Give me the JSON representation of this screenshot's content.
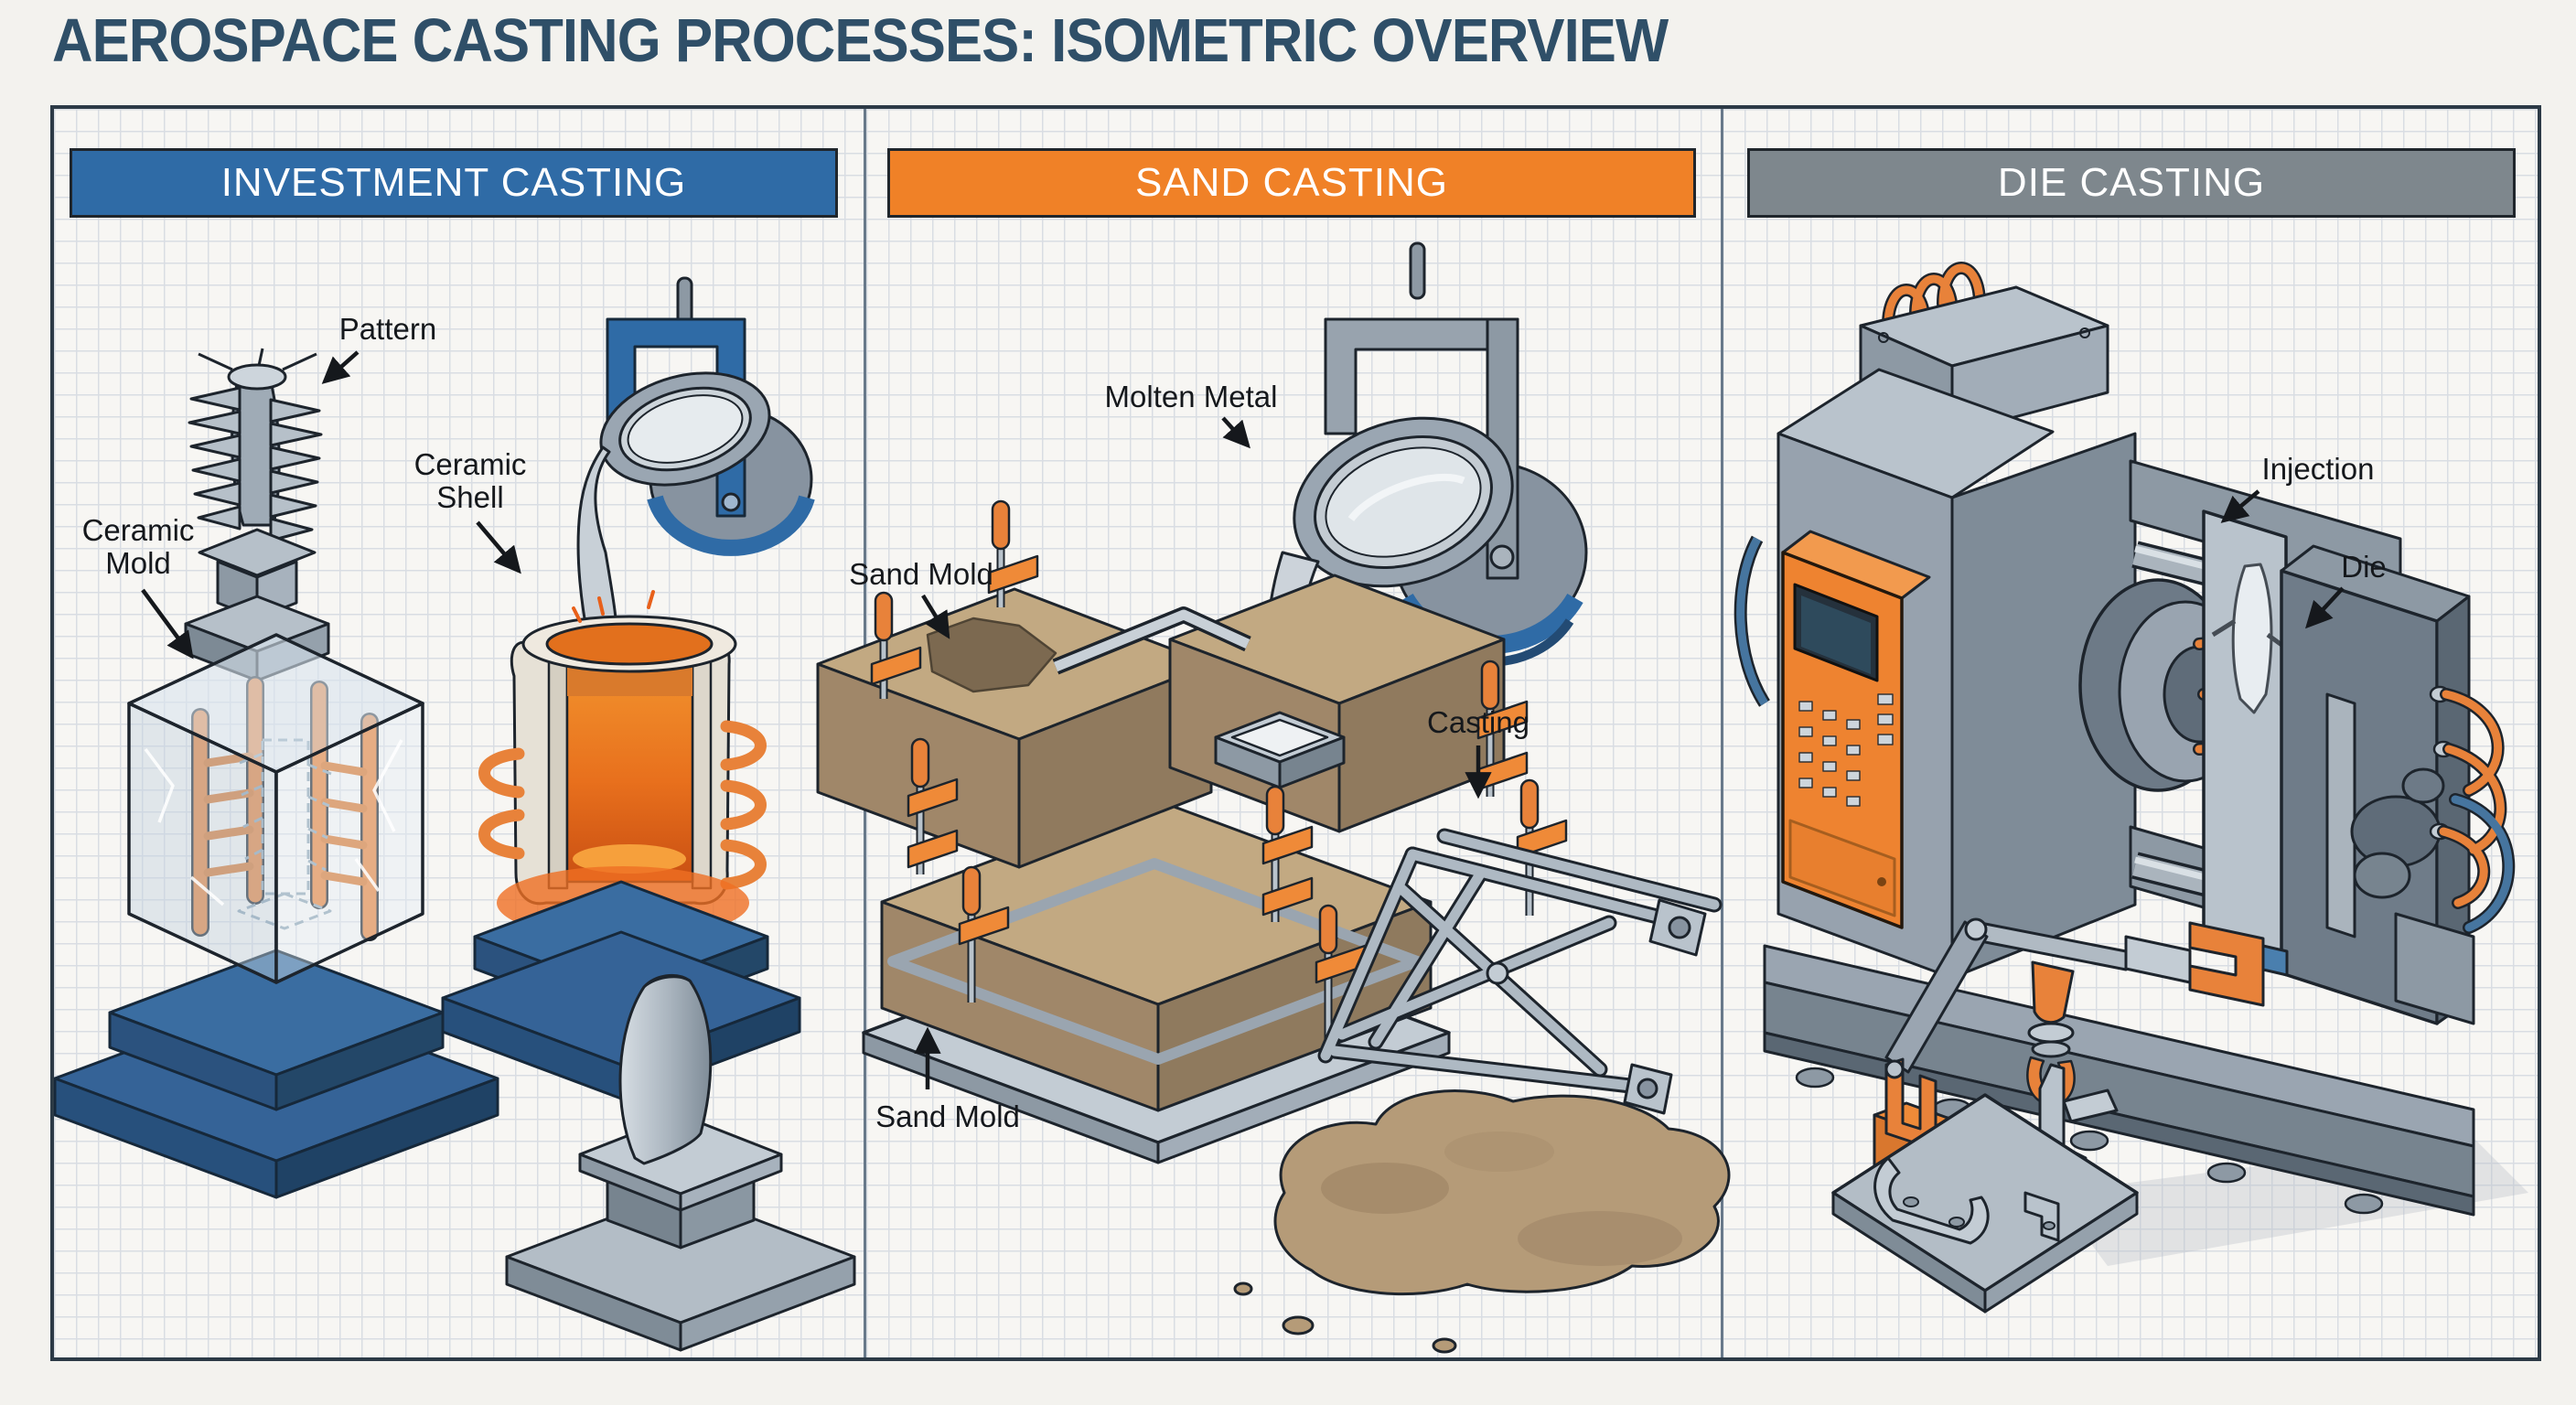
{
  "title": "AEROSPACE CASTING PROCESSES: ISOMETRIC OVERVIEW",
  "palette": {
    "page_background": "#f3f2ee",
    "grid_line": "#d9dde3",
    "frame_border": "#2c3a46",
    "title_color": "#2f4f68",
    "label_color": "#15181c",
    "accent_orange": "#e8823a",
    "machine_steel": "#9aa5b1",
    "sand": "#c2a982",
    "base_blue": "#3a6da1",
    "molten_glow": "#ef6f23"
  },
  "panels": [
    {
      "name": "investment-casting",
      "header": "INVESTMENT CASTING",
      "header_color": "#2f6ba6",
      "labels": [
        {
          "id": "pattern",
          "lines": [
            "Pattern"
          ]
        },
        {
          "id": "ceramic-shell",
          "lines": [
            "Ceramic",
            "Shell"
          ]
        },
        {
          "id": "ceramic-mold",
          "lines": [
            "Ceramic",
            "Mold"
          ]
        }
      ]
    },
    {
      "name": "sand-casting",
      "header": "SAND CASTING",
      "header_color": "#f08127",
      "labels": [
        {
          "id": "molten-metal",
          "lines": [
            "Molten Metal"
          ]
        },
        {
          "id": "sand-mold-top",
          "lines": [
            "Sand Mold"
          ]
        },
        {
          "id": "casting",
          "lines": [
            "Casting"
          ]
        },
        {
          "id": "sand-mold-bottom",
          "lines": [
            "Sand Mold"
          ]
        }
      ]
    },
    {
      "name": "die-casting",
      "header": "DIE CASTING",
      "header_color": "#7e878d",
      "labels": [
        {
          "id": "injection",
          "lines": [
            "Injection"
          ]
        },
        {
          "id": "die",
          "lines": [
            "Die"
          ]
        }
      ]
    }
  ]
}
